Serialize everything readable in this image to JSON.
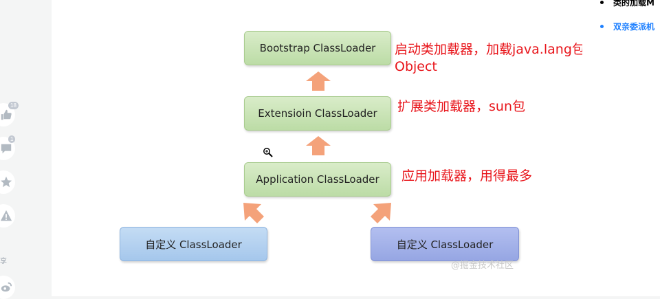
{
  "left_sidebar": {
    "like_count": "18",
    "comment_count": "1",
    "share_label": "享"
  },
  "diagram": {
    "bootstrap_label": "Bootstrap ClassLoader",
    "extension_label": "Extensioin ClassLoader",
    "application_label": "Application ClassLoader",
    "custom_left_label": "自定义 ClassLoader",
    "custom_right_label": "自定义 ClassLoader",
    "watermark": "@掘金技术社区",
    "colors": {
      "green": "#c7e3b2",
      "blue_light": "#b0d0f0",
      "blue_purple": "#a3b1e9",
      "arrow": "#f4a27a",
      "annotation": "#e8141a"
    }
  },
  "annotations": {
    "bootstrap_line1": "启动类加载器，加载java.lang包，String",
    "bootstrap_line2": "Object",
    "extension": "扩展类加载器，sun包",
    "application": "应用加载器，用得最多"
  },
  "right_sidebar": {
    "toc_items": [
      {
        "label": "类的加载M",
        "active": false
      },
      {
        "label": "双亲委派机",
        "active": true
      }
    ]
  }
}
